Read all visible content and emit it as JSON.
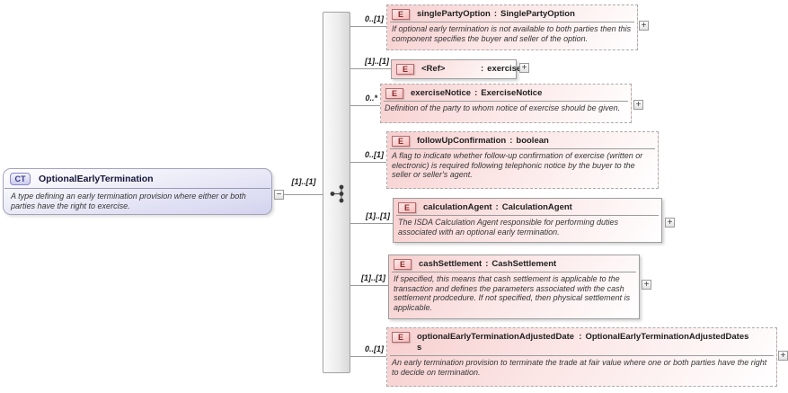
{
  "diagram": {
    "colon": ":",
    "icons": {
      "expand": "+",
      "collapse": "−"
    },
    "root": {
      "badge": "CT",
      "name": "OptionalEarlyTermination",
      "description": "A type defining an early termination provision where either or both parties have the right to exercise.",
      "cardinality": "[1]..[1]"
    },
    "elements": [
      {
        "badge": "E",
        "name": "singlePartyOption",
        "type": "SinglePartyOption",
        "cardinality": "0..[1]",
        "optional": true,
        "description": "If optional early termination is not available to both parties then this component specifies the buyer and seller of the option."
      },
      {
        "badge": "E",
        "name": "<Ref>",
        "type": "exercise",
        "cardinality": "[1]..[1]",
        "optional": false,
        "description": ""
      },
      {
        "badge": "E",
        "name": "exerciseNotice",
        "type": "ExerciseNotice",
        "cardinality": "0..*",
        "optional": true,
        "description": "Definition of the party to whom notice of exercise should be given."
      },
      {
        "badge": "E",
        "name": "followUpConfirmation",
        "type": "boolean",
        "cardinality": "0..[1]",
        "optional": true,
        "description": "A flag to indicate whether follow-up confirmation of exercise (written or electronic) is required following telephonic notice by the buyer to the seller or seller's agent."
      },
      {
        "badge": "E",
        "name": "calculationAgent",
        "type": "CalculationAgent",
        "cardinality": "[1]..[1]",
        "optional": false,
        "description": "The ISDA Calculation Agent responsible for performing duties associated with an optional early termination."
      },
      {
        "badge": "E",
        "name": "cashSettlement",
        "type": "CashSettlement",
        "cardinality": "[1]..[1]",
        "optional": false,
        "description": "If specified, this means that cash settlement is applicable to the transaction and defines the parameters associated with the cash settlement prodcedure. If not specified, then physical settlement is applicable."
      },
      {
        "badge": "E",
        "name": "optionalEarlyTerminationAdjustedDates",
        "type": "OptionalEarlyTerminationAdjustedDates",
        "cardinality": "0..[1]",
        "optional": true,
        "description": "An early termination provision to terminate the trade at fair value where one or both parties have the right to decide on termination."
      }
    ],
    "colors": {
      "element-fill-start": "#F7CFCF",
      "element-fill-end": "#FFFFFF",
      "element-border": "#9E9E9E",
      "element-border-optional": "#ABABAB",
      "badge-e-fill": "#F6BCBC",
      "badge-e-border": "#B56A6A",
      "badge-e-text": "#8B2A2A",
      "root-fill": "#D3D3F0",
      "root-border": "#A3A3B8",
      "badge-ct-border": "#8787C9",
      "badge-ct-text": "#3A3A8C",
      "connector": "#9A9A9A",
      "title-text": "#1F1F1F",
      "desc-text": "#363636"
    }
  }
}
